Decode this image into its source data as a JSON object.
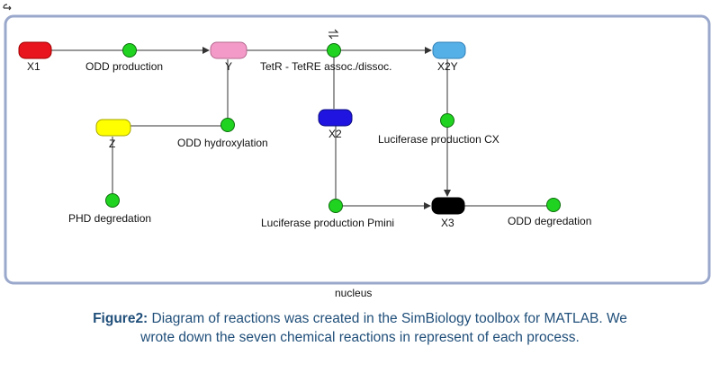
{
  "compartment": {
    "name": "nucleus"
  },
  "species": [
    {
      "id": "X1",
      "label": "X1",
      "color": "#e8141e"
    },
    {
      "id": "Y",
      "label": "Y",
      "color": "#f49ac8"
    },
    {
      "id": "X2Y",
      "label": "X2Y",
      "color": "#56b0e8"
    },
    {
      "id": "Z",
      "label": "Z",
      "color": "#ffff00"
    },
    {
      "id": "X2",
      "label": "X2",
      "color": "#1f14e0"
    },
    {
      "id": "X3",
      "label": "X3",
      "color": "#000000"
    }
  ],
  "reactions": [
    {
      "id": "r1",
      "label": "ODD production"
    },
    {
      "id": "r2",
      "label": "TetR - TetRE assoc./dissoc.",
      "reversible": true
    },
    {
      "id": "r3",
      "label": "ODD hydroxylation"
    },
    {
      "id": "r4",
      "label": "Luciferase production CX"
    },
    {
      "id": "r5",
      "label": "PHD degredation"
    },
    {
      "id": "r6",
      "label": "Luciferase production Pmini"
    },
    {
      "id": "r7",
      "label": "ODD degredation"
    }
  ],
  "reaction_color": "#21d321",
  "caption": {
    "bold": "Figure2:",
    "text": " Diagram of reactions was created in the SimBiology toolbox for MATLAB. We wrote down the seven chemical reactions in represent of each process."
  }
}
